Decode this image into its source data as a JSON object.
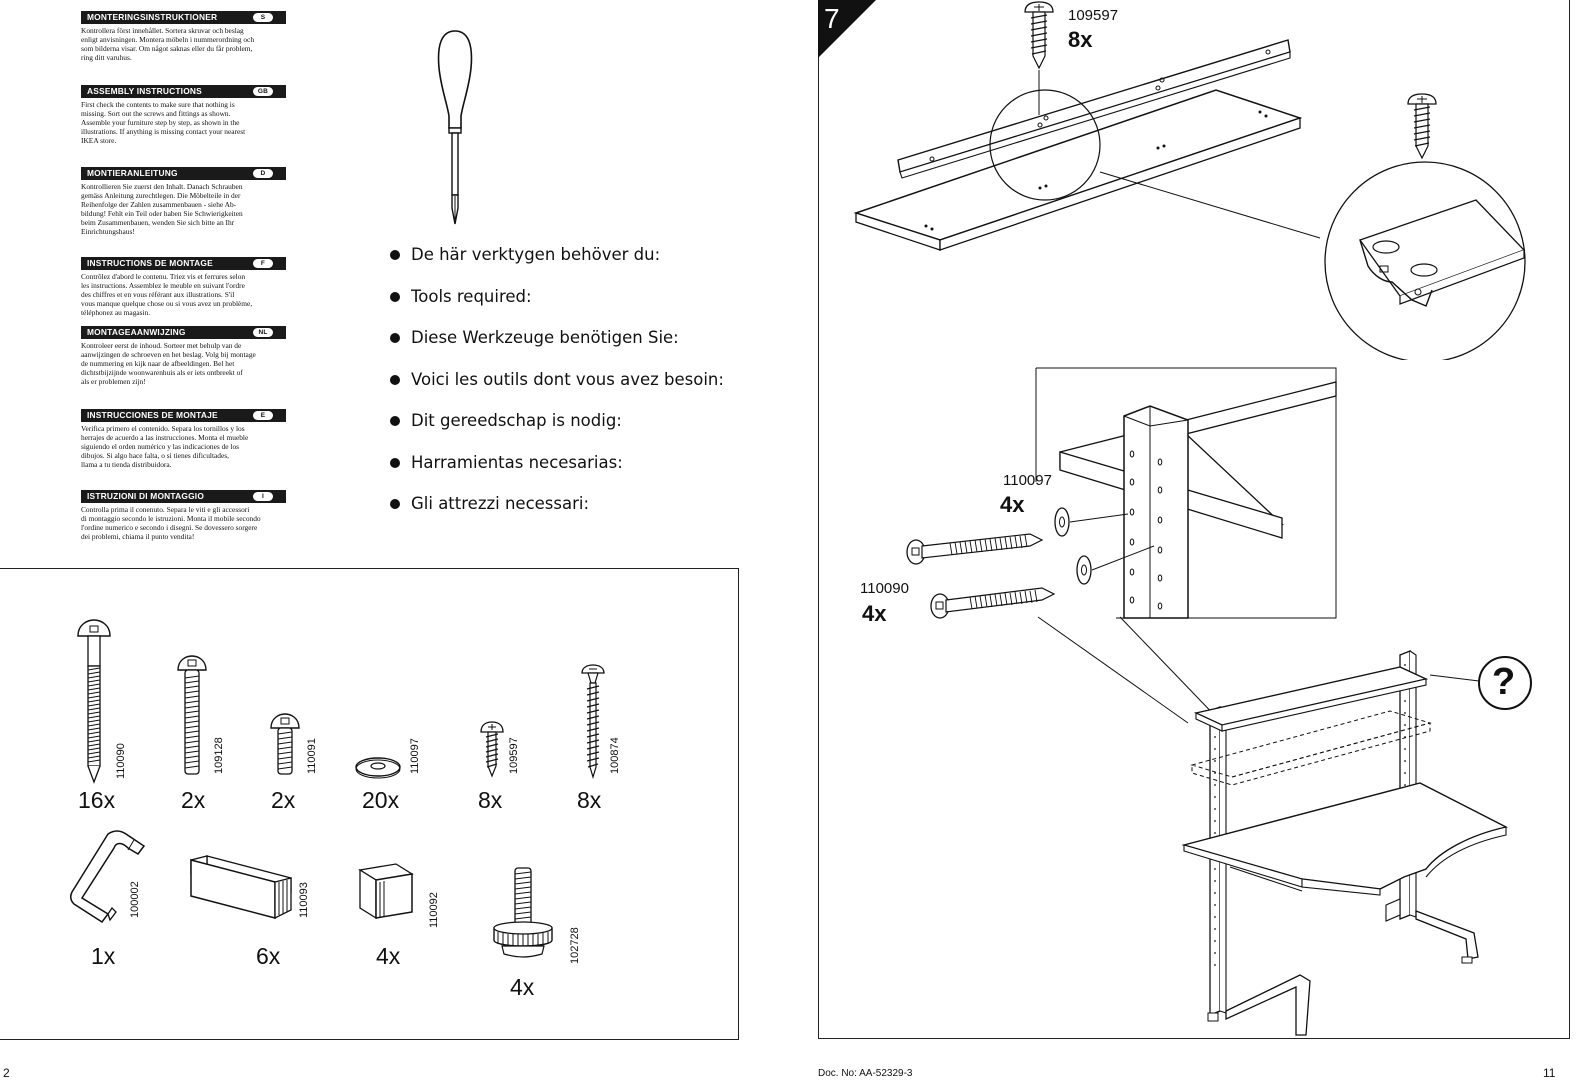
{
  "left_page": {
    "instructions": [
      {
        "title": "MONTERINGSINSTRUKTIONER",
        "code": "S",
        "text": "Kontrollera först innehållet. Sortera skruvar och beslag\nenligt anvisningen. Montera möbeln i nummerordning och\nsom bilderna visar. Om något saknas eller du får problem,\nring ditt varuhus."
      },
      {
        "title": "ASSEMBLY INSTRUCTIONS",
        "code": "GB",
        "text": "First check the contents to make sure that nothing is\nmissing. Sort out the screws and fittings as shown.\nAssemble your furniture step by step, as shown in the\nillustrations. If anything is missing contact your nearest\nIKEA store."
      },
      {
        "title": "MONTIERANLEITUNG",
        "code": "D",
        "text": "Kontrollieren Sie zuerst den Inhalt. Danach Schrauben\ngemäss Anleitung zurechtlegen. Die Möbelteile in der\nReihenfolge der Zahlen zusammenbauen - siehe Ab-\nbildung! Fehlt ein Teil oder haben Sie Schwierigkeiten\nbeim Zusammenbauen, wenden Sie sich bitte an Ihr\nEinrichtungshaus!"
      },
      {
        "title": "INSTRUCTIONS DE MONTAGE",
        "code": "F",
        "text": "Contrôlez d'abord le contenu. Triez vis et ferrures selon\nles instructions. Assemblez le meuble en suivant l'ordre\ndes chiffres et en vous référant aux illustrations. S'il\nvous manque quelque chose ou si vous avez un problème,\ntéléphonez au magasin."
      },
      {
        "title": "MONTAGEAANWIJZING",
        "code": "NL",
        "text": "Kontroleer eerst de inhoud. Sorteer met behulp van de\naanwijzingen de schroeven en het beslag. Volg bij montage\nde nummering en kijk naar de afbeeldingen. Bel het\ndichtstbijzijnde woonwarenhuis als er iets ontbreekt of\nals er problemen zijn!"
      },
      {
        "title": "INSTRUCCIONES DE MONTAJE",
        "code": "E",
        "text": "Verifica primero el contenido. Separa los tornillos y los\nherrajes de acuerdo a las instrucciones. Monta el mueble\nsiguiendo el orden numérico y las indicaciones de los\ndibujos. Si algo hace falta, o si tienes dificultades,\nllama a tu tienda distribuidora."
      },
      {
        "title": "ISTRUZIONI DI MONTAGGIO",
        "code": "I",
        "text": "Controlla prima il conenuto. Separa le viti e gli accessori\ndi montaggio secondo le istruzioni. Monta il mobile secondo\nl'ordine numerico e secondo i disegni. Se dovessero sorgere\ndei problemi, chiama il punto vendita!"
      }
    ],
    "tools": [
      "De här verktygen behöver du:",
      "Tools required:",
      "Diese Werkzeuge benötigen Sie:",
      "Voici les outils dont vous avez besoin:",
      "Dit gereedschap is nodig:",
      "Harramientas necesarias:",
      "Gli attrezzi necessari:"
    ],
    "parts": [
      {
        "code": "110090",
        "qty": "16x",
        "icon": "long-bolt-icon"
      },
      {
        "code": "109128",
        "qty": "2x",
        "icon": "bolt-icon"
      },
      {
        "code": "110091",
        "qty": "2x",
        "icon": "short-bolt-icon"
      },
      {
        "code": "110097",
        "qty": "20x",
        "icon": "washer-icon"
      },
      {
        "code": "109597",
        "qty": "8x",
        "icon": "short-screw-icon"
      },
      {
        "code": "100874",
        "qty": "8x",
        "icon": "long-screw-icon"
      },
      {
        "code": "100002",
        "qty": "1x",
        "icon": "allen-key-icon"
      },
      {
        "code": "110093",
        "qty": "6x",
        "icon": "rectangular-cap-icon"
      },
      {
        "code": "110092",
        "qty": "4x",
        "icon": "square-cap-icon"
      },
      {
        "code": "102728",
        "qty": "4x",
        "icon": "adjustable-foot-icon"
      }
    ],
    "page_number": "2"
  },
  "right_page": {
    "step_number": "7",
    "labels": {
      "screw_code": "109597",
      "screw_qty": "8x",
      "washer_code": "110097",
      "washer_qty": "4x",
      "bolt_code": "110090",
      "bolt_qty": "4x",
      "question_mark": "?"
    },
    "doc_label": "Doc.   No:  AA-52329-3",
    "page_number": "11"
  },
  "colors": {
    "ink": "#111111",
    "label_bg": "#1a1a1a",
    "paper": "#ffffff"
  }
}
